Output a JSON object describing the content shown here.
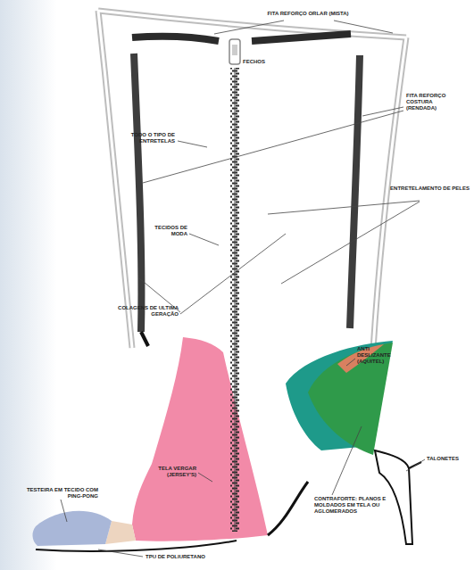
{
  "diagram": {
    "labels": [
      "FITA REFORÇO ORLAR (MISTA)",
      "FECHOS",
      "FITA REFORÇO COSTURA (RENDADA)",
      "TODO O TIPO DE ENTRETELAS",
      "ENTRETELAMENTO DE PELES",
      "TECIDOS DE MODA",
      "COLAGENS DE ULTIMA GERAÇÃO",
      "ANTI DESLIZANTE (AQUITEL)",
      "TELA VERGAR (JERSEY'S)",
      "TESTEIRA EM TECIDO COM PING-PONG",
      "TALONETES",
      "CONTRAFORTE: PLANOS E MOLDADOS EM TELA OU AGLOMERADOS",
      "TPU DE POLIURETANO"
    ]
  }
}
